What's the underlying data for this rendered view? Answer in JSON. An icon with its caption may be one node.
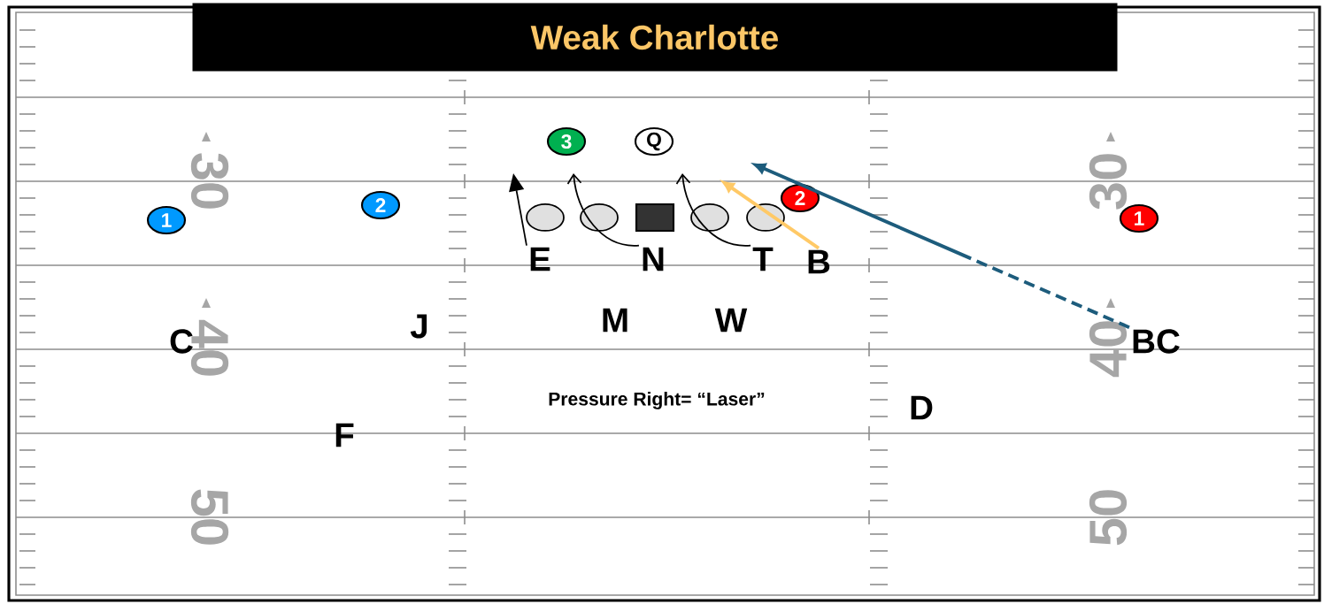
{
  "diagram": {
    "title": "Weak Charlotte",
    "nodes": [
      {
        "text": [
          "3"
        ]
      },
      {
        "text": [
          "Q"
        ]
      },
      {
        "text": [
          "2"
        ]
      },
      {
        "text": [
          "1"
        ]
      },
      {
        "text": [
          "2"
        ]
      },
      {
        "text": [],
        "shape": "oval"
      },
      {
        "text": [],
        "shape": "oval"
      },
      {
        "text": [],
        "shape": "box"
      },
      {
        "text": [],
        "shape": "oval"
      },
      {
        "text": [],
        "shape": "oval"
      },
      {
        "text": [
          "1"
        ]
      },
      {
        "text": [
          "E"
        ]
      },
      {
        "text": [
          "N"
        ]
      },
      {
        "text": [
          "T"
        ]
      },
      {
        "text": [
          "B"
        ]
      },
      {
        "text": [
          "BC"
        ]
      }
    ],
    "edges": [
      {
        "from": 11,
        "to": null,
        "arrow": "to"
      },
      {
        "from": 12,
        "to": null,
        "arrow": "to"
      },
      {
        "from": 13,
        "to": null,
        "arrow": "to"
      },
      {
        "from": 14,
        "to": null,
        "arrow": "to",
        "color": "#ffc966"
      },
      {
        "from": 15,
        "to": null,
        "arrow": "to",
        "style": "dashed",
        "color": "#1d5c7c"
      }
    ],
    "labels": [
      "30",
      "30",
      "J",
      "M",
      "W",
      "C",
      "40",
      "40",
      "Pressure Right= “Laser”",
      "D",
      "F",
      "50",
      "50"
    ]
  }
}
